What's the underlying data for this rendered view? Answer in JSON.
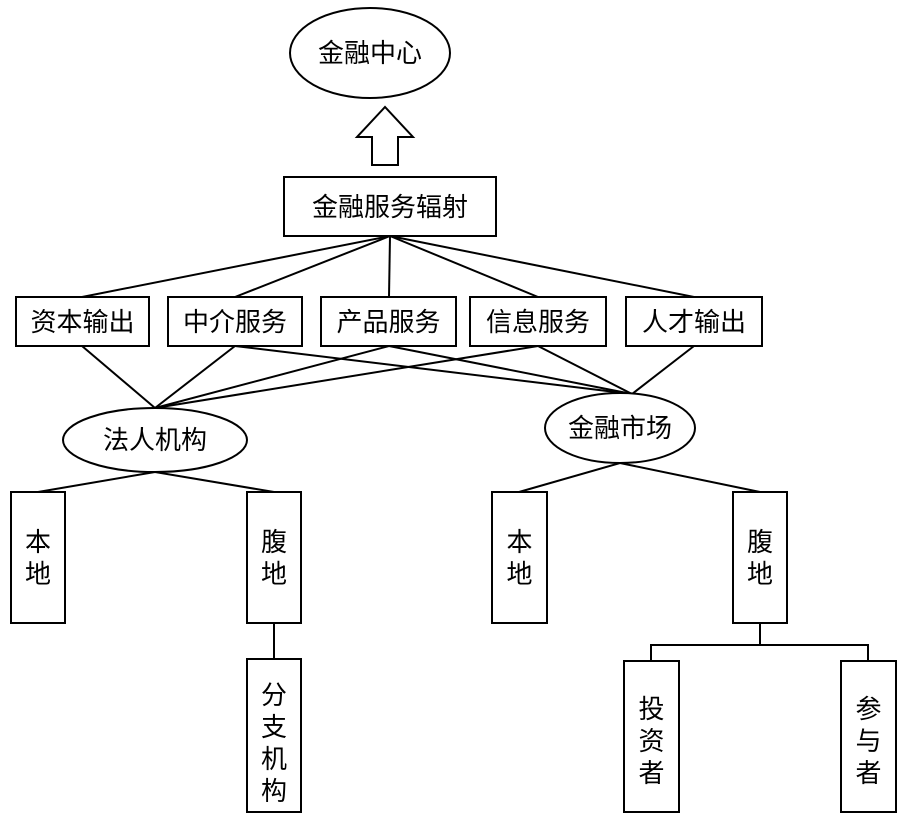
{
  "nodes": {
    "center": "金融中心",
    "radiation": "金融服务辐射",
    "capital": "资本输出",
    "intermediary": "中介服务",
    "product": "产品服务",
    "info": "信息服务",
    "talent": "人才输出",
    "legal": "法人机构",
    "market": "金融市场",
    "legal_local": "本地",
    "legal_hinter": "腹地",
    "branch": "分支机构",
    "market_local": "本地",
    "market_hinter": "腹地",
    "investor": "投资者",
    "participant": "参与者"
  },
  "edges": [
    [
      "radiation",
      "capital"
    ],
    [
      "radiation",
      "intermediary"
    ],
    [
      "radiation",
      "product"
    ],
    [
      "radiation",
      "info"
    ],
    [
      "radiation",
      "talent"
    ],
    [
      "capital",
      "legal"
    ],
    [
      "intermediary",
      "legal"
    ],
    [
      "product",
      "legal"
    ],
    [
      "info",
      "legal"
    ],
    [
      "intermediary",
      "market"
    ],
    [
      "product",
      "market"
    ],
    [
      "info",
      "market"
    ],
    [
      "talent",
      "market"
    ],
    [
      "legal",
      "legal_local"
    ],
    [
      "legal",
      "legal_hinter"
    ],
    [
      "legal_hinter",
      "branch"
    ],
    [
      "market",
      "market_local"
    ],
    [
      "market",
      "market_hinter"
    ],
    [
      "market_hinter",
      "investor"
    ],
    [
      "market_hinter",
      "participant"
    ]
  ],
  "arrow": {
    "from": "radiation",
    "to": "center",
    "style": "hollow-block"
  }
}
